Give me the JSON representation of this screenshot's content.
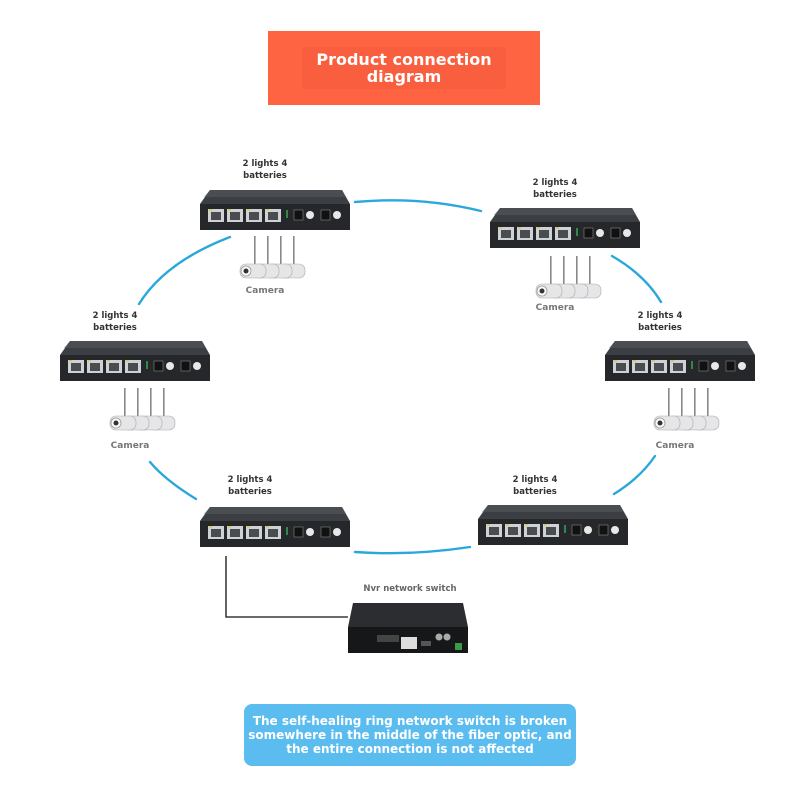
{
  "title": {
    "line1": "Product connection",
    "line2": "diagram"
  },
  "colors": {
    "title_bg": "#fe6442",
    "ring_link": "#2aa8dc",
    "note_bg": "#5bbcf0",
    "switch_body": "#2e3135"
  },
  "nodes": [
    {
      "id": "top-left",
      "label_line1": "2 lights 4",
      "label_line2": "batteries",
      "camera_label": "Camera",
      "has_cameras": true
    },
    {
      "id": "top-right",
      "label_line1": "2 lights 4",
      "label_line2": "batteries",
      "camera_label": "Camera",
      "has_cameras": true
    },
    {
      "id": "mid-left",
      "label_line1": "2 lights 4",
      "label_line2": "batteries",
      "camera_label": "Camera",
      "has_cameras": true
    },
    {
      "id": "mid-right",
      "label_line1": "2 lights 4",
      "label_line2": "batteries",
      "camera_label": "Camera",
      "has_cameras": true
    },
    {
      "id": "bottom-left",
      "label_line1": "2 lights 4",
      "label_line2": "batteries",
      "has_cameras": false
    },
    {
      "id": "bottom-right",
      "label_line1": "2 lights 4",
      "label_line2": "batteries",
      "has_cameras": false
    }
  ],
  "switch_ports": {
    "ethernet_count": 4,
    "fiber_count": 2
  },
  "nvr": {
    "label": "Nvr network switch"
  },
  "note": {
    "line1": "The self-healing ring network switch is broken",
    "line2": "somewhere in the middle of the fiber optic, and",
    "line3": "the entire connection is not affected"
  }
}
